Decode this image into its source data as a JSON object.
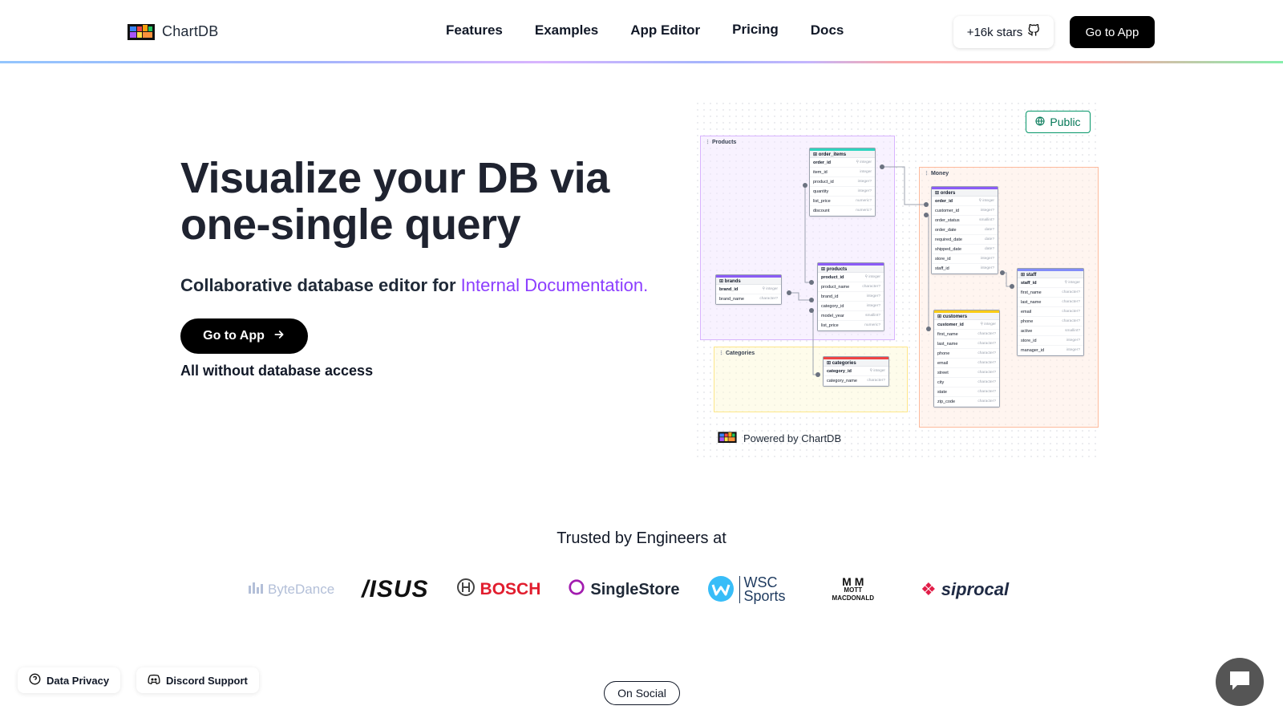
{
  "brand": {
    "name": "ChartDB"
  },
  "nav": {
    "items": [
      "Features",
      "Examples",
      "App Editor",
      "Pricing",
      "Docs"
    ]
  },
  "header": {
    "stars_label": "+16k stars",
    "go_app_label": "Go to App"
  },
  "hero": {
    "title_line1": "Visualize your DB via",
    "title_line2": "one-single query",
    "subtitle_prefix": "Collaborative database editor for",
    "subtitle_accent": "Internal Documentation.",
    "cta_label": "Go to App",
    "note": "All without database access"
  },
  "diagram": {
    "badge": "Public",
    "powered_by": "Powered by ChartDB",
    "areas": {
      "products": "Products",
      "money": "Money",
      "categories": "Categories"
    },
    "tables": {
      "order_items": {
        "name": "order_items",
        "rows": [
          [
            "order_id",
            "integer"
          ],
          [
            "item_id",
            "integer"
          ],
          [
            "product_id",
            "integer?"
          ],
          [
            "quantity",
            "integer?"
          ],
          [
            "list_price",
            "numeric?"
          ],
          [
            "discount",
            "numeric?"
          ]
        ]
      },
      "orders": {
        "name": "orders",
        "rows": [
          [
            "order_id",
            "integer"
          ],
          [
            "customer_id",
            "integer?"
          ],
          [
            "order_status",
            "smallint?"
          ],
          [
            "order_date",
            "date?"
          ],
          [
            "required_date",
            "date?"
          ],
          [
            "shipped_date",
            "date?"
          ],
          [
            "store_id",
            "integer?"
          ],
          [
            "staff_id",
            "integer?"
          ]
        ]
      },
      "brands": {
        "name": "brands",
        "rows": [
          [
            "brand_id",
            "integer"
          ],
          [
            "brand_name",
            "character?"
          ]
        ]
      },
      "products": {
        "name": "products",
        "rows": [
          [
            "product_id",
            "integer"
          ],
          [
            "product_name",
            "character?"
          ],
          [
            "brand_id",
            "integer?"
          ],
          [
            "category_id",
            "integer?"
          ],
          [
            "model_year",
            "smallint?"
          ],
          [
            "list_price",
            "numeric?"
          ]
        ]
      },
      "staff": {
        "name": "staff",
        "rows": [
          [
            "staff_id",
            "integer"
          ],
          [
            "first_name",
            "character?"
          ],
          [
            "last_name",
            "character?"
          ],
          [
            "email",
            "character?"
          ],
          [
            "phone",
            "character?"
          ],
          [
            "active",
            "smallint?"
          ],
          [
            "store_id",
            "integer?"
          ],
          [
            "manager_id",
            "integer?"
          ]
        ]
      },
      "customers": {
        "name": "customers",
        "rows": [
          [
            "customer_id",
            "integer"
          ],
          [
            "first_name",
            "character?"
          ],
          [
            "last_name",
            "character?"
          ],
          [
            "phone",
            "character?"
          ],
          [
            "email",
            "character?"
          ],
          [
            "street",
            "character?"
          ],
          [
            "city",
            "character?"
          ],
          [
            "state",
            "character?"
          ],
          [
            "zip_code",
            "character?"
          ]
        ]
      },
      "categories": {
        "name": "categories",
        "rows": [
          [
            "category_id",
            "integer"
          ],
          [
            "category_name",
            "character?"
          ]
        ]
      }
    }
  },
  "trusted": {
    "heading": "Trusted by Engineers at",
    "logos": {
      "bytedance": "ByteDance",
      "asus": "/ISUS",
      "bosch": "BOSCH",
      "singlestore": "SingleStore",
      "wsc_line1": "WSC",
      "wsc_line2": "Sports",
      "mott_m": "M M",
      "mott_text1": "MOTT",
      "mott_text2": "MACDONALD",
      "siprocal": "siprocal"
    }
  },
  "footer": {
    "data_privacy": "Data Privacy",
    "discord": "Discord Support",
    "on_social": "On Social"
  },
  "colors": {
    "accent": "#8b3dff",
    "black": "#000000",
    "public_green": "#059669"
  }
}
